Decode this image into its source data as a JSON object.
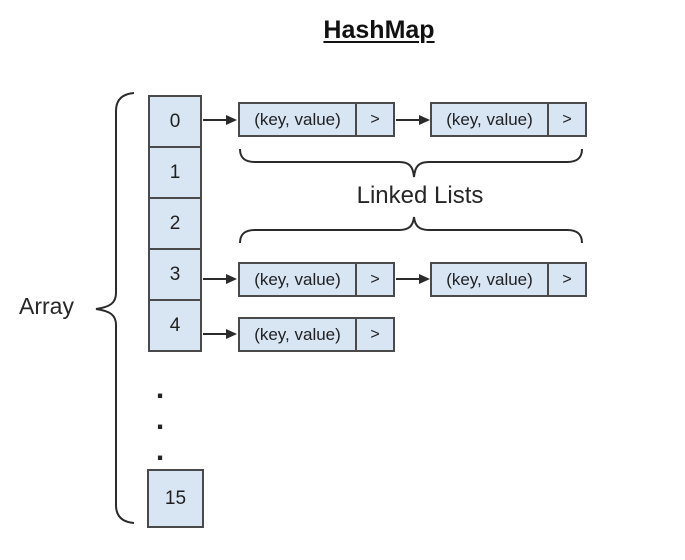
{
  "title": "HashMap",
  "labels": {
    "array": "Array",
    "linked_lists": "Linked Lists"
  },
  "array": {
    "cells": [
      "0",
      "1",
      "2",
      "3",
      "4"
    ],
    "last_cell": "15",
    "ellipsis_dot": "."
  },
  "buckets": [
    {
      "index": "0",
      "nodes": [
        {
          "label": "(key, value)",
          "pointer": ">"
        },
        {
          "label": "(key, value)",
          "pointer": ">"
        }
      ]
    },
    {
      "index": "3",
      "nodes": [
        {
          "label": "(key, value)",
          "pointer": ">"
        },
        {
          "label": "(key, value)",
          "pointer": ">"
        }
      ]
    },
    {
      "index": "4",
      "nodes": [
        {
          "label": "(key, value)",
          "pointer": ">"
        }
      ]
    }
  ],
  "colors": {
    "node-fill": "#d8e6f3",
    "node-border": "#4a4a4a",
    "line-color": "#2b2b2b",
    "text-color": "#1c1c1c"
  }
}
